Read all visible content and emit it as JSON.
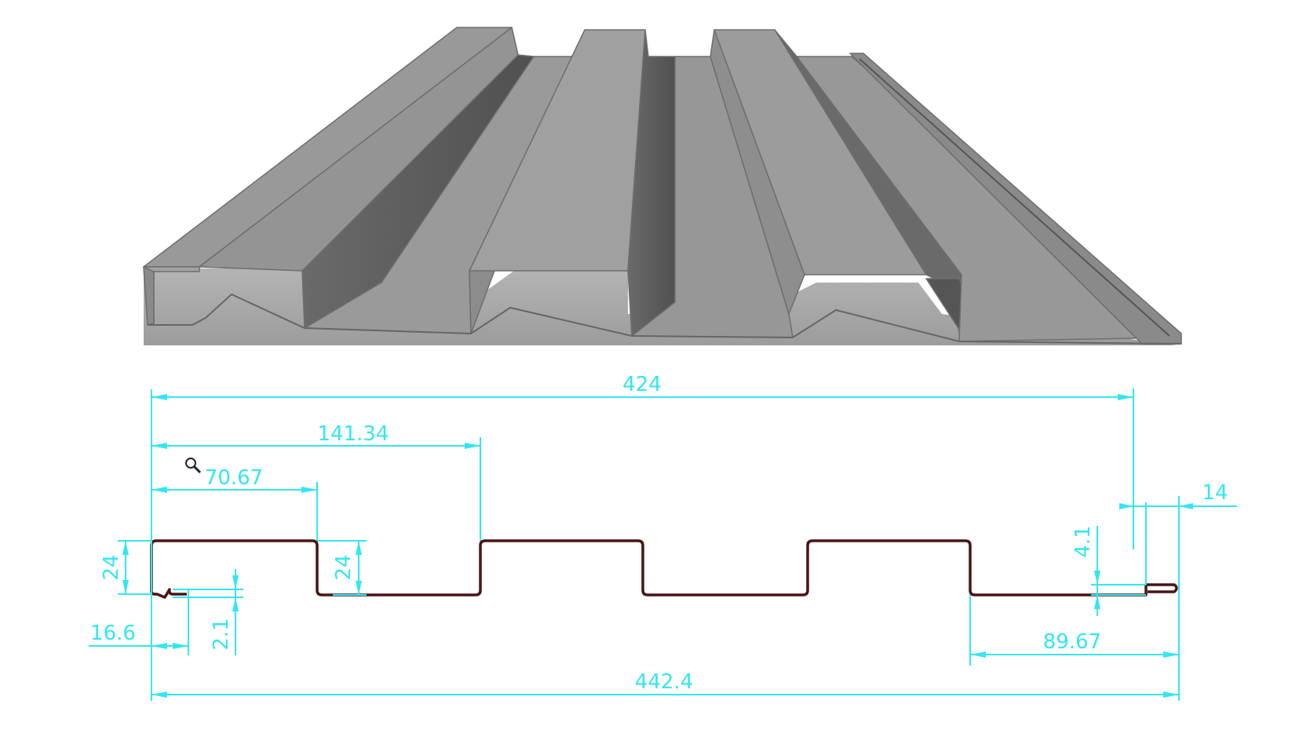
{
  "colors": {
    "dimension": "#33e6f0",
    "profile": "#4a1414",
    "metal_light": "#a9a9a9",
    "metal_mid": "#949494",
    "metal_dark": "#5a5a5a",
    "metal_edge": "#6e6e6e"
  },
  "icons": {
    "zoom": "magnifier-icon"
  },
  "dimensions": {
    "overall_cover": "424",
    "double_pitch": "141.34",
    "pitch": "70.67",
    "height_left": "24",
    "height_inner": "24",
    "lip_offset": "16.6",
    "lip_depth": "2.1",
    "end_width": "14",
    "end_step": "4.1",
    "end_segment": "89.67",
    "overall_width": "442.4"
  }
}
